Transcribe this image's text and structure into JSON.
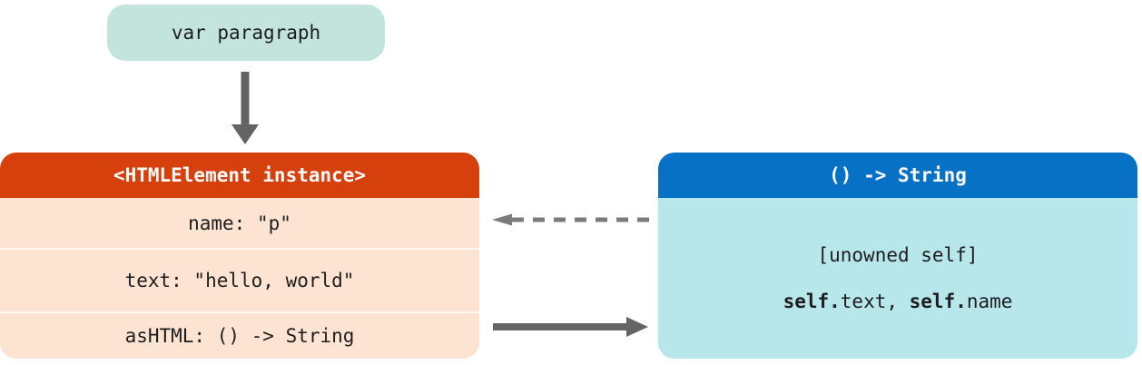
{
  "pill": {
    "label": "var paragraph"
  },
  "instance_box": {
    "title": "<HTMLElement instance>",
    "rows": [
      "name: \"p\"",
      "text: \"hello, world\"",
      "asHTML: () -> String"
    ]
  },
  "closure_box": {
    "title": "() -> String",
    "capture_list": "[unowned self]",
    "body_segments": [
      {
        "text": "self.",
        "bold": true
      },
      {
        "text": "text, ",
        "bold": false
      },
      {
        "text": "self.",
        "bold": true
      },
      {
        "text": "name",
        "bold": false
      }
    ]
  },
  "arrows": {
    "variable_to_instance": {
      "style": "solid",
      "direction": "down"
    },
    "closure_to_instance": {
      "style": "dashed",
      "direction": "left"
    },
    "instance_to_closure": {
      "style": "solid",
      "direction": "right"
    }
  },
  "colors": {
    "pill_bg": "#c3e4dc",
    "instance_header_bg": "#d6400c",
    "instance_body_bg": "#fde4d2",
    "closure_header_bg": "#0671c5",
    "closure_body_bg": "#b7e6eb",
    "arrow": "#646464",
    "dashed_arrow": "#7b7b7b",
    "text": "#1d1d1f",
    "header_text": "#fafafa"
  }
}
